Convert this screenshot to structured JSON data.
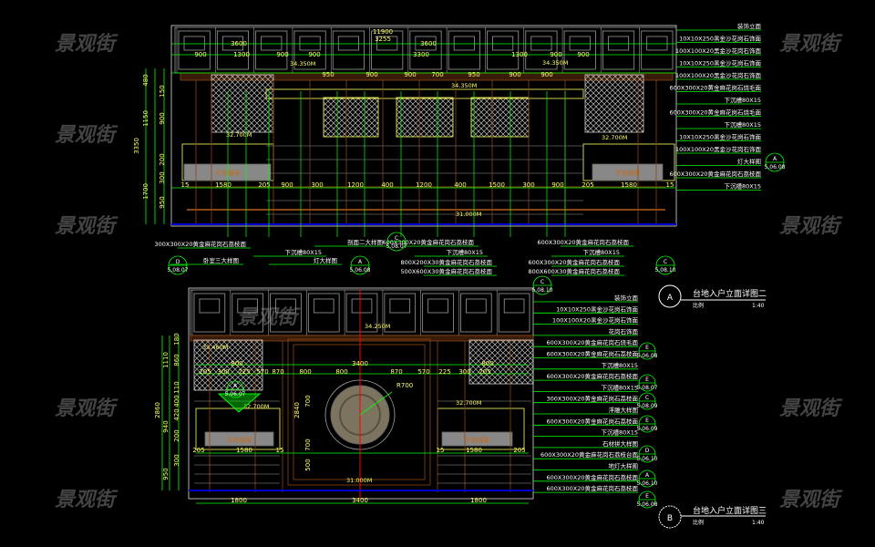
{
  "watermark": "景观街",
  "colors": {
    "background": "#000000",
    "dimension": "#00ff00",
    "lattice": "#9a9a9a",
    "wood": "#8b4513",
    "text": "#ffff66",
    "base": "#0000cc",
    "axis": "#ff0000"
  },
  "drawing_a": {
    "title": "台地入户立面详图二",
    "label": "A",
    "scale_label": "比例",
    "scale": "1:40",
    "top_dims": [
      "3600",
      "900",
      "1300",
      "900",
      "900",
      "3600",
      "900",
      "1300",
      "900"
    ],
    "mid_dims": [
      "950",
      "900",
      "900",
      "700",
      "950",
      "900",
      "900"
    ],
    "bottom_dims": [
      "15",
      "1580",
      "205",
      "900",
      "300",
      "1200",
      "400",
      "1200",
      "400",
      "1500",
      "300",
      "900",
      "205",
      "1580",
      "15"
    ],
    "total_dims": [
      "11900",
      "3255",
      "3300"
    ],
    "left_dims": [
      "480",
      "1150",
      "1700",
      "3350",
      "150",
      "900",
      "200",
      "300",
      "950"
    ],
    "elevations": [
      "34.350M",
      "34.350M",
      "34.350M",
      "32.700M",
      "32.700M",
      "31.000M"
    ],
    "plate_text": "平安福寿",
    "right_notes": [
      "装饰立面",
      "10X10X250黑金沙花岗石饰面",
      "100X100X20黑金沙花岗石饰面",
      "10X10X250黑金沙花岗石饰面",
      "100X100X20黑金沙花岗石饰面",
      "600X300X20黄金麻花岗石烧毛面",
      "下沉槽80X15",
      "600X300X20黄金麻花岗石烧毛面",
      "下沉槽80X15",
      "10X10X250黑金沙花岗石饰面",
      "100X100X20黑金沙花岗石饰面",
      "灯大样图",
      "600X300X20黄金麻花岗石荔枝面",
      "下沉槽80X15"
    ],
    "bottom_notes": [
      "300X300X20黄金麻花岗石荔枝面",
      "卧室三大样图",
      "下沉槽80X15",
      "灯大样图",
      "剖面二大样图",
      "600X300X20黄金麻花岗石荔枝面",
      "下沉槽80X15",
      "800X200X30黄金麻花岗石荔枝面",
      "500X600X30黄金麻花岗石荔枝面",
      "下沉槽80X15",
      "600X300X20黄金麻花岗石荔枝面",
      "600X300X20黄金麻花岗石荔枝面",
      "800X600X30黄金麻花岗石荔枝面"
    ],
    "refs": [
      {
        "letter": "D",
        "sheet": "5.08.07"
      },
      {
        "letter": "A",
        "sheet": "5.06.08"
      },
      {
        "letter": "C",
        "sheet": "5.08.07"
      },
      {
        "letter": "C",
        "sheet": "5.08.10"
      },
      {
        "letter": "C",
        "sheet": "5.08.10"
      },
      {
        "letter": "A",
        "sheet": "5.06.08"
      }
    ]
  },
  "drawing_b": {
    "title": "台地入户立面详图三",
    "label": "B",
    "scale_label": "比例",
    "scale": "1:40",
    "top_dims": [
      "800",
      "3400",
      "800"
    ],
    "mid_dims": [
      "205",
      "300",
      "225",
      "570",
      "870",
      "800",
      "800",
      "870",
      "570",
      "225",
      "300",
      "205"
    ],
    "bottom_dims": [
      "205",
      "1580",
      "15",
      "15",
      "1580",
      "205"
    ],
    "total_dims": [
      "1800",
      "3400",
      "1800"
    ],
    "left_dims": [
      "1110",
      "940",
      "2860",
      "950",
      "180",
      "860",
      "110",
      "400",
      "420",
      "200",
      "300"
    ],
    "center_dims": [
      "2840",
      "700",
      "700",
      "500"
    ],
    "radius": "R700",
    "elevations": [
      "34.250M",
      "33.460M",
      "32.700M",
      "32.700M",
      "31.000M"
    ],
    "plate_text": "平安福寿",
    "right_notes": [
      "装饰立面",
      "10X10X250黑金沙花岗石饰面",
      "100X100X20黑金沙花岗石饰面",
      "花岗石饰面",
      "600X300X20黄金麻花岗石烧毛面",
      "600X300X20黄金麻花岗石荔枝面",
      "下沉槽80X15",
      "600X300X20黄金麻花岗石荔枝面",
      "下沉槽80X15",
      "300X300X20黄金麻花岗石荔枝面",
      "浮雕大样图",
      "600X300X20黄金麻花岗石荔枝面",
      "下沉槽80X15",
      "石材拼大样图",
      "600X300X20黄金麻花岗石荔枝台面",
      "地灯大样图",
      "600X300X20黄金麻花岗石荔枝面",
      "600X300X20黄金麻花岗石荔枝面"
    ],
    "refs": [
      {
        "letter": "A",
        "sheet": "5.06.07"
      },
      {
        "letter": "E",
        "sheet": "5.06.08"
      },
      {
        "letter": "E",
        "sheet": "5.08.07"
      },
      {
        "letter": "C",
        "sheet": "5.08.09"
      },
      {
        "letter": "E",
        "sheet": "5.06.09"
      },
      {
        "letter": "D",
        "sheet": "5.06.10"
      },
      {
        "letter": "A",
        "sheet": "5.06.10"
      },
      {
        "letter": "E",
        "sheet": "5.06.08"
      }
    ]
  }
}
